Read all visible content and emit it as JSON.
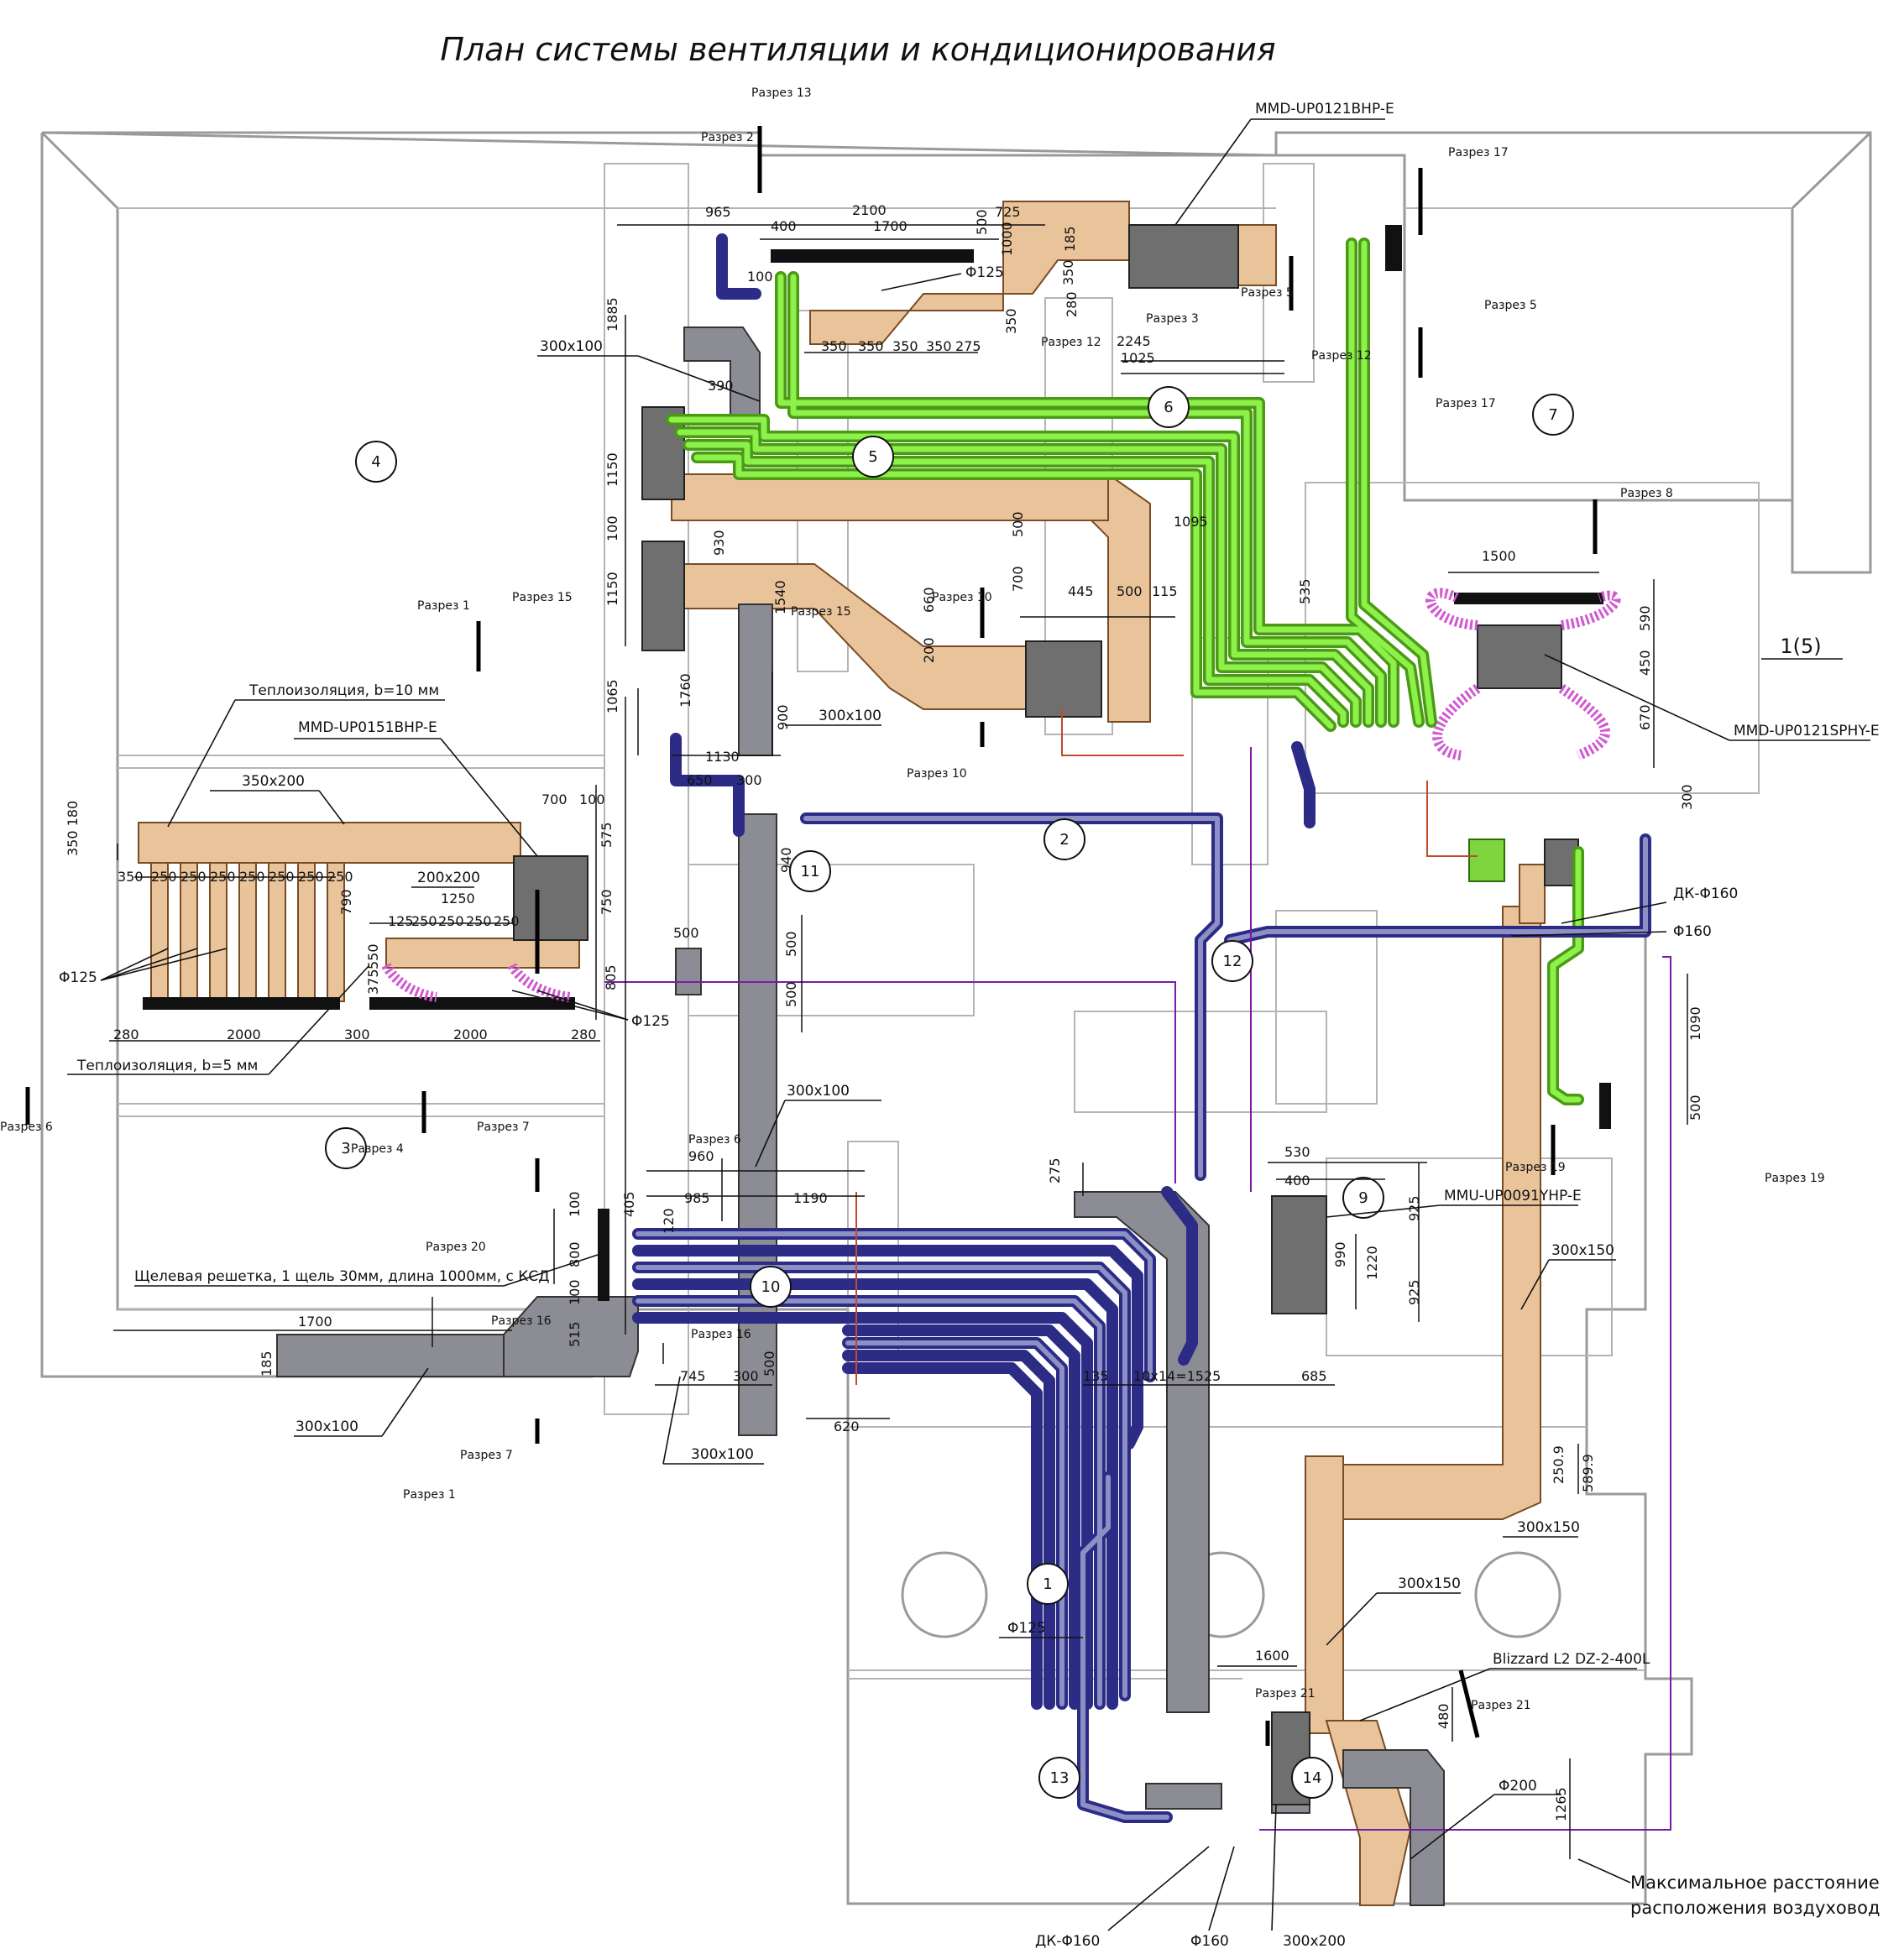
{
  "title": "План системы вентиляции и кондиционирования",
  "zones": [
    "1",
    "2",
    "3",
    "4",
    "5",
    "6",
    "7",
    "9",
    "10",
    "11",
    "12",
    "13",
    "14"
  ],
  "zone_ref": "1(5)",
  "sections": {
    "s1": "Разрез 1",
    "s2": "Разрез 2",
    "s3": "Разрез 3",
    "s4": "Разрез 4",
    "s5": "Разрез 5",
    "s6": "Разрез 6",
    "s7": "Разрез 7",
    "s8": "Разрез 8",
    "s10": "Разрез 10",
    "s12": "Разрез 12",
    "s13": "Разрез 13",
    "s15": "Разрез 15",
    "s16": "Разрез 16",
    "s17": "Разрез 17",
    "s19": "Разрез 19",
    "s20": "Разрез 20",
    "s21": "Разрез 21"
  },
  "units": {
    "u1": "MMD-UP0121BHP-E",
    "u2": "MMD-UP0151BHP-E",
    "u3": "MMD-UP0121SPHY-E",
    "u4": "MMU-UP0091YHP-E",
    "u5": "Blizzard L2 DZ-2-400L"
  },
  "notes": {
    "insul10": "Теплоизоляция, b=10 мм",
    "insul5": "Теплоизоляция, b=5 мм",
    "slot": "Щелевая решетка, 1 щель 30мм, длина 1000мм, с КСД",
    "maxdist_1": "Максимальное расстояние",
    "maxdist_2": "расположения воздуховод"
  },
  "duct_sizes": {
    "d300x100": "300x100",
    "d300x150": "300x150",
    "d350x200": "350x200",
    "d200x200": "200x200",
    "d300x200": "300x200",
    "phi125": "Φ125",
    "phi160": "Φ160",
    "phi200": "Φ200",
    "phi160b": "Φ160",
    "dk160": "ДК-Φ160",
    "dk160b": "ДК-Φ160"
  },
  "dims": {
    "d965": "965",
    "d2100": "2100",
    "d725": "725",
    "d400": "400",
    "d1700": "1700",
    "d500": "500",
    "d1000": "1000",
    "d185": "185",
    "d350": "350",
    "d280": "280",
    "d100": "100",
    "d2245": "2245",
    "d1025": "1025",
    "d1885": "1885",
    "d390": "390",
    "d1150": "1150",
    "d930": "930",
    "d1540": "1540",
    "d660": "660",
    "d200": "200",
    "d445": "445",
    "d115": "115",
    "d1095": "1095",
    "d535": "535",
    "d1760": "1760",
    "d900": "900",
    "d1065": "1065",
    "d1130": "1130",
    "d650": "650",
    "d300": "300",
    "d940": "940",
    "d1500": "1500",
    "d590": "590",
    "d450": "450",
    "d670": "670",
    "d1090": "1090",
    "d700": "700",
    "d575": "575",
    "d750": "750",
    "d790": "790",
    "d1250": "1250",
    "d550": "550",
    "d375": "375",
    "d805": "805",
    "d2000": "2000",
    "d960": "960",
    "d985": "985",
    "d1190": "1190",
    "d275": "275",
    "d530": "530",
    "d925": "925",
    "d990": "990",
    "d1220": "1220",
    "d405": "405",
    "d120": "120",
    "d800": "800",
    "d515": "515",
    "d745": "745",
    "d620": "620",
    "d135": "135",
    "d10x14": "10x14=1525",
    "d685": "685",
    "d250_9": "250.9",
    "d589_9": "589.9",
    "d1600": "1600",
    "d480": "480",
    "d1265": "1265",
    "d350_180": "350 180",
    "d250s": "250",
    "d125": "125"
  }
}
